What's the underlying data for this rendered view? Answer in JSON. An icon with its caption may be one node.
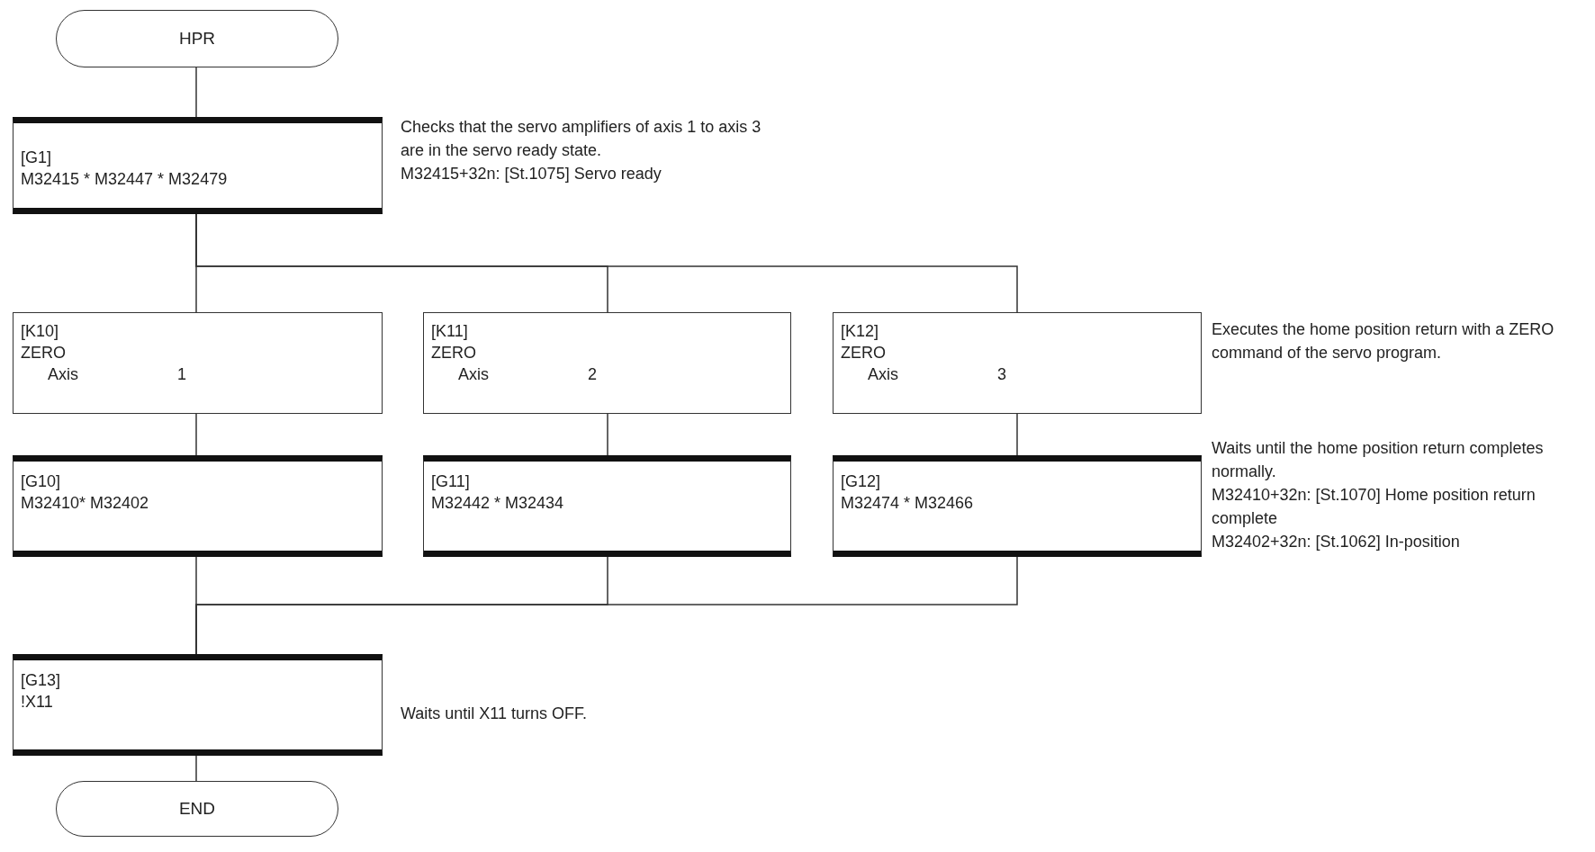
{
  "diagram": {
    "nodes": [
      {
        "text": [
          "HPR"
        ]
      },
      {
        "text": [
          "[G1]",
          "M32415 * M32447 * M32479"
        ],
        "beside": [
          "Checks that the servo amplifiers of axis 1 to axis 3 are in the servo ready state.",
          "M32415+32n: [St.1075] Servo ready"
        ]
      },
      {
        "text": [
          "[K10]",
          "ZERO",
          "Axis",
          "1"
        ]
      },
      {
        "text": [
          "[K11]",
          "ZERO",
          "Axis",
          "2"
        ]
      },
      {
        "text": [
          "[K12]",
          "ZERO",
          "Axis",
          "3"
        ],
        "beside": [
          "Executes the home position return with a ZERO command of the servo program."
        ]
      },
      {
        "text": [
          "[G10]",
          "M32410* M32402"
        ]
      },
      {
        "text": [
          "[G11]",
          "M32442 * M32434"
        ]
      },
      {
        "text": [
          "[G12]",
          "M32474 * M32466"
        ],
        "beside": [
          "Waits until the home position return completes normally.",
          "M32410+32n: [St.1070] Home position return complete",
          "M32402+32n: [St.1062] In-position"
        ]
      },
      {
        "text": [
          "[G13]",
          "!X11"
        ],
        "beside": [
          "Waits until X11 turns OFF."
        ]
      },
      {
        "text": [
          "END"
        ]
      }
    ],
    "edges": [
      {
        "from": 0,
        "to": 1,
        "arrow": "none"
      },
      {
        "from": 1,
        "to": 2,
        "arrow": "none"
      },
      {
        "from": 1,
        "to": 3,
        "arrow": "none"
      },
      {
        "from": 1,
        "to": 4,
        "arrow": "none"
      },
      {
        "from": 2,
        "to": 5,
        "arrow": "none"
      },
      {
        "from": 3,
        "to": 6,
        "arrow": "none"
      },
      {
        "from": 4,
        "to": 7,
        "arrow": "none"
      },
      {
        "from": 5,
        "to": 8,
        "arrow": "none"
      },
      {
        "from": 6,
        "to": 8,
        "arrow": "none"
      },
      {
        "from": 7,
        "to": 8,
        "arrow": "none"
      },
      {
        "from": 8,
        "to": 9,
        "arrow": "none"
      }
    ]
  }
}
